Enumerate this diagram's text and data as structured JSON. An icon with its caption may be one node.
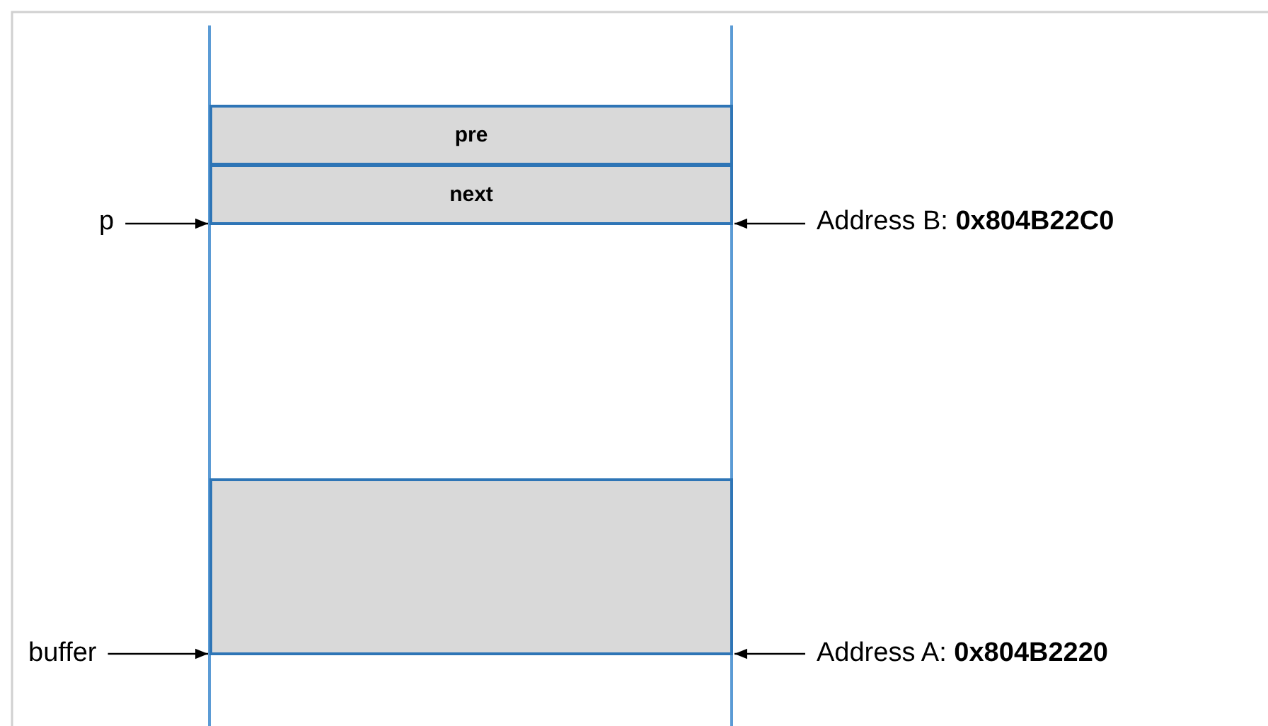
{
  "diagram": {
    "nodes": [
      {
        "text": [
          "pre"
        ]
      },
      {
        "text": [
          "next"
        ]
      },
      {
        "text": [],
        "shape": "box"
      },
      {
        "text": [
          "p"
        ]
      },
      {
        "text": [
          "Address B: **0x804B22C0**"
        ]
      },
      {
        "text": [
          "buffer"
        ]
      },
      {
        "text": [
          "Address A: **0x804B2220**"
        ]
      }
    ],
    "edges": [
      {
        "from": 3,
        "to": 1,
        "arrow": "to"
      },
      {
        "from": 4,
        "to": 1,
        "arrow": "to"
      },
      {
        "from": 5,
        "to": 2,
        "arrow": "to"
      },
      {
        "from": 6,
        "to": 2,
        "arrow": "to"
      }
    ]
  }
}
